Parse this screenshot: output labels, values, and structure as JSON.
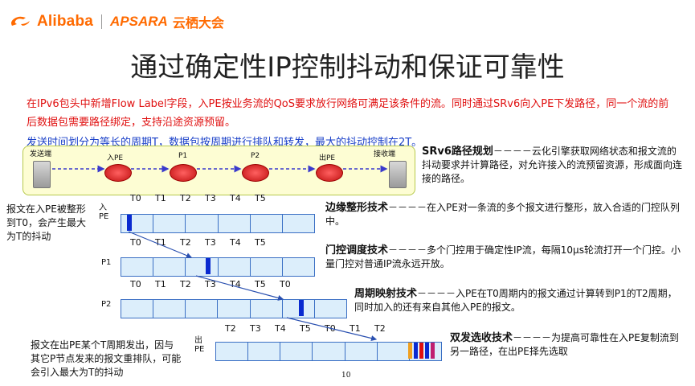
{
  "brand": {
    "alibaba": "Alibaba",
    "apsara": "APSARA",
    "yunqi": "云栖大会",
    "color": "#ff6a00"
  },
  "title": "通过确定性IP控制抖动和保证可靠性",
  "intro": {
    "para1": "在IPv6包头中新增Flow Label字段，入PE按业务流的QoS要求放行网络可满足该条件的流。同时通过SRv6向入PE下发路径，同一个流的前后数据包需要路径绑定，支持沿途资源预留。",
    "para2": "发送时间划分为等长的周期T，数据包按周期进行排队和转发，最大的抖动控制在2T。"
  },
  "topology": {
    "nodes": [
      {
        "label": "发送端",
        "kind": "server"
      },
      {
        "label": "入PE",
        "kind": "router"
      },
      {
        "label": "P1",
        "kind": "router"
      },
      {
        "label": "P2",
        "kind": "router"
      },
      {
        "label": "出PE",
        "kind": "router"
      },
      {
        "label": "接收端",
        "kind": "server"
      }
    ]
  },
  "techniques": [
    {
      "name": "SRv6路径规划",
      "text": "－－－－云化引擎获取网络状态和报文流的抖动要求并计算路径，对允许接入的流预留资源，形成面向连接的路径。"
    },
    {
      "name": "边缘整形技术",
      "text": "－－－－在入PE对一条流的多个报文进行整形，放入合适的门控队列中。"
    },
    {
      "name": "门控调度技术",
      "text": "－－－－多个门控用于确定性IP流，每隔10μs轮流打开一个门控。小量门控对普通IP流永远开放。"
    },
    {
      "name": "周期映射技术",
      "text": "－－－－入PE在T0周期内的报文通过计算转到P1的T2周期，同时加入的还有来自其他入PE的报文。"
    },
    {
      "name": "双发选收技术",
      "text": "－－－－为提高可靠性在入PE复制流到另一路径，在出PE择先选取"
    }
  ],
  "rows": [
    {
      "label": "入\nPE",
      "ticks": [
        "T0",
        "T1",
        "T2",
        "T3",
        "T4",
        "T5"
      ],
      "packet_slot": 0.2
    },
    {
      "label": "P1",
      "ticks": [
        "T0",
        "T1",
        "T2",
        "T3",
        "T4",
        "T5"
      ],
      "packet_slot": 2.65
    },
    {
      "label": "P2",
      "ticks": [
        "T0",
        "T1",
        "T2",
        "T3",
        "T4",
        "T5",
        "T0"
      ],
      "packet_slot": 5.55
    },
    {
      "label": "出\nPE",
      "ticks": [
        "T2",
        "T3",
        "T4",
        "T5",
        "T0",
        "T1",
        "T2"
      ],
      "packet_slot": 6.0
    }
  ],
  "side_notes": {
    "left_top": "报文在入PE被整形到T0，会产生最大为T的抖动",
    "left_bottom": "报文在出PE某个T周期发出，因与其它P节点发来的报文重排队，可能会引入最大为T的抖动"
  },
  "page_number": "10",
  "colors": {
    "red_text": "#e01010",
    "blue_text": "#1a40c8",
    "track_fill": "#dceefb",
    "track_border": "#3a6fc4",
    "packet": "#0a2ad0"
  }
}
